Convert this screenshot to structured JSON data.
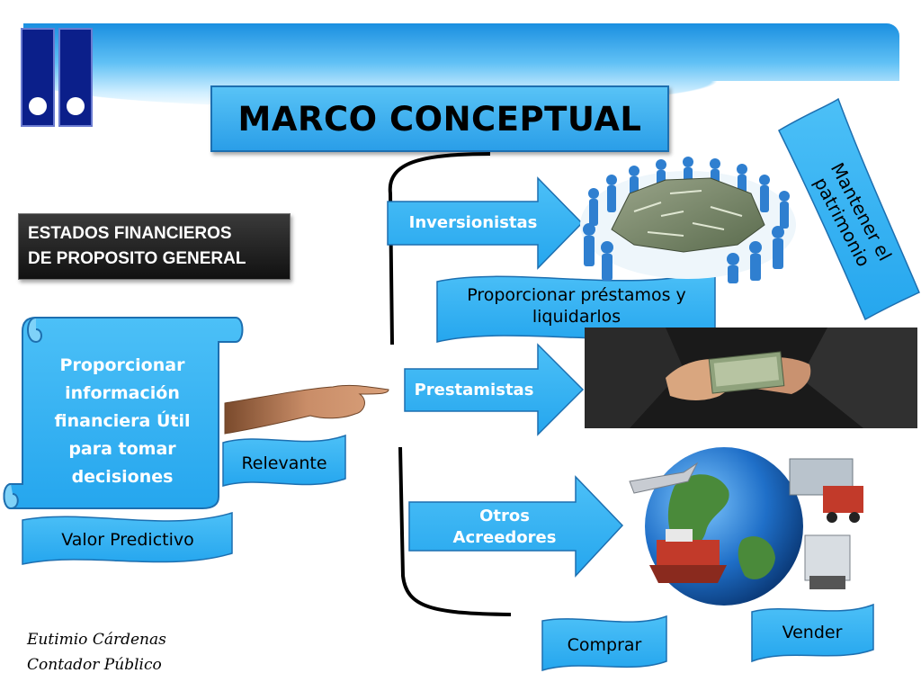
{
  "title": "MARCO CONCEPTUAL",
  "estados": {
    "line1": "ESTADOS FINANCIEROS",
    "line2": "DE PROPOSITO GENERAL"
  },
  "scroll": {
    "lines": [
      "Proporcionar",
      "información",
      "financiera Útil",
      "para tomar",
      "decisiones"
    ]
  },
  "labels": {
    "relevante": "Relevante",
    "valor_predictivo": "Valor Predictivo",
    "inversionistas": "Inversionistas",
    "prestamistas": "Prestamistas",
    "otros_line1": "Otros",
    "otros_line2": "Acreedores",
    "proporcionar_prestamos_line1": "Proporcionar préstamos y",
    "proporcionar_prestamos_line2": "liquidarlos",
    "mantener_line1": "Mantener el",
    "mantener_line2": "patrimonio",
    "comprar": "Comprar",
    "vender": "Vender"
  },
  "signature": {
    "name": "Eutimio Cárdenas",
    "role": "Contador Público"
  },
  "colors": {
    "accent": "#33b3f2",
    "accent_dark": "#1d6fb0",
    "logo_blue": "#0b1f8a"
  }
}
